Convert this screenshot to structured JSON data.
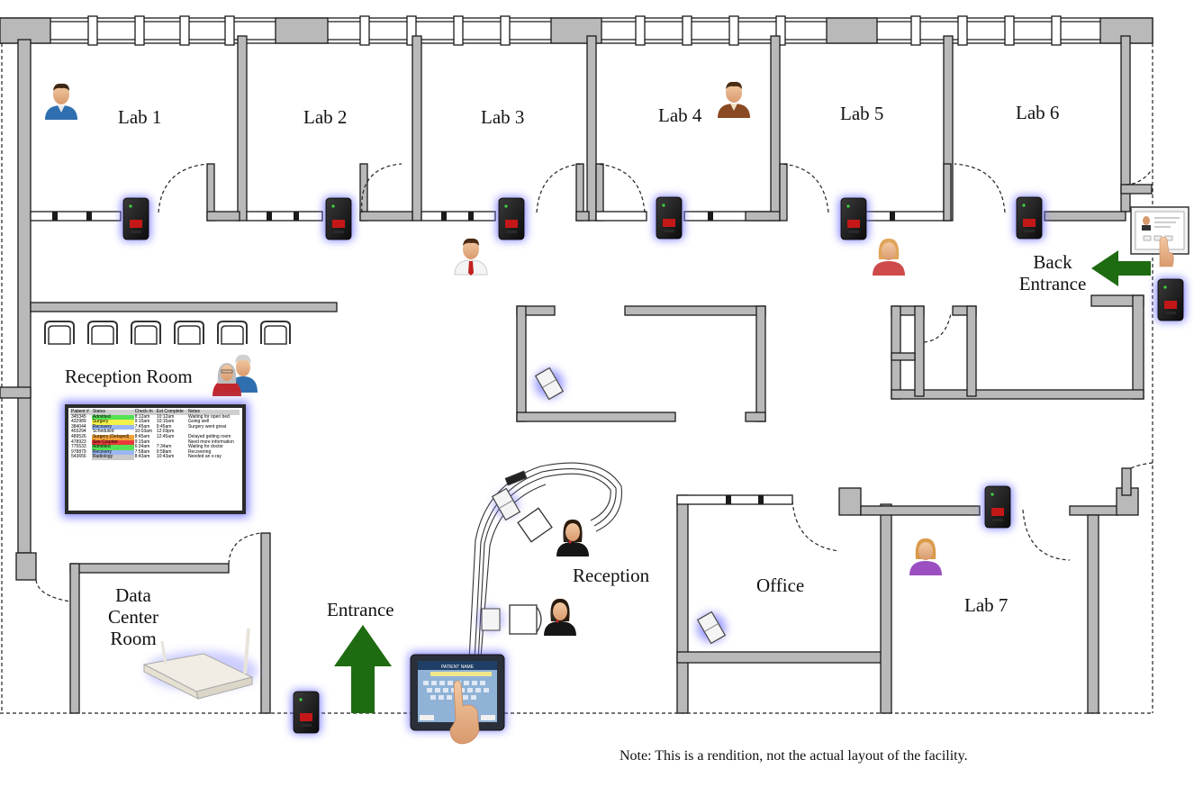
{
  "rooms": {
    "lab1": "Lab 1",
    "lab2": "Lab 2",
    "lab3": "Lab 3",
    "lab4": "Lab 4",
    "lab5": "Lab 5",
    "lab6": "Lab 6",
    "lab7": "Lab 7",
    "office": "Office",
    "reception": "Reception",
    "reception_room": "Reception Room",
    "data_center": [
      "Data",
      "Center",
      "Room"
    ],
    "entrance": "Entrance",
    "back_entrance": [
      "Back",
      "Entrance"
    ]
  },
  "note": "Note: This is a rendition, not the actual layout of the facility.",
  "status_board": {
    "columns": [
      "Patient #",
      "Status",
      "Check-In",
      "Est Complete",
      "Notes"
    ],
    "rows": [
      {
        "patient": "345345",
        "status": "Admitted",
        "check_in": "8:12am",
        "est": "10:12am",
        "notes": "Waiting for open bed",
        "color": "#55e055"
      },
      {
        "patient": "432989",
        "status": "Surgery",
        "check_in": "9:15am",
        "est": "10:15am",
        "notes": "Going well",
        "color": "#f2f24a"
      },
      {
        "patient": "384044",
        "status": "Recovery",
        "check_in": "7:45am",
        "est": "9:45am",
        "notes": "Surgery went great",
        "color": "#9bb6f2"
      },
      {
        "patient": "403294",
        "status": "Scheduled",
        "check_in": "10:03am",
        "est": "12:03pm",
        "notes": "",
        "color": "#ffffff"
      },
      {
        "patient": "489526",
        "status": "Surgery (Delayed)",
        "check_in": "8:45am",
        "est": "12:45am",
        "notes": "Delayed getting room",
        "color": "#f2a13a"
      },
      {
        "patient": "478923",
        "status": "See Counter",
        "check_in": "9:15am",
        "est": "",
        "notes": "Need more information",
        "color": "#e83a3a"
      },
      {
        "patient": "775533",
        "status": "Admitted",
        "check_in": "6:34am",
        "est": "7:34am",
        "notes": "Waiting for doctor",
        "color": "#55e055"
      },
      {
        "patient": "978879",
        "status": "Recovery",
        "check_in": "7:58am",
        "est": "9:58am",
        "notes": "Recovering",
        "color": "#9bb6f2"
      },
      {
        "patient": "543656",
        "status": "Radiology",
        "check_in": "8:43am",
        "est": "10:43am",
        "notes": "Needed an x-ray",
        "color": "#c9c9c9"
      }
    ]
  },
  "kiosk_screen": {
    "title": "PATIENT NAME"
  },
  "colors": {
    "wall": "#b9b9b9",
    "wall_stroke": "#1a1a1a",
    "arrow": "#1f6b12",
    "reader_glow": "#6e6eff",
    "reader_body": "#1a1a1a"
  },
  "icons": [
    "card-reader-icon",
    "person-icon",
    "chair-icon",
    "arrow-icon",
    "wifi-router-icon",
    "kiosk-tablet-icon",
    "desk-phone-icon"
  ]
}
